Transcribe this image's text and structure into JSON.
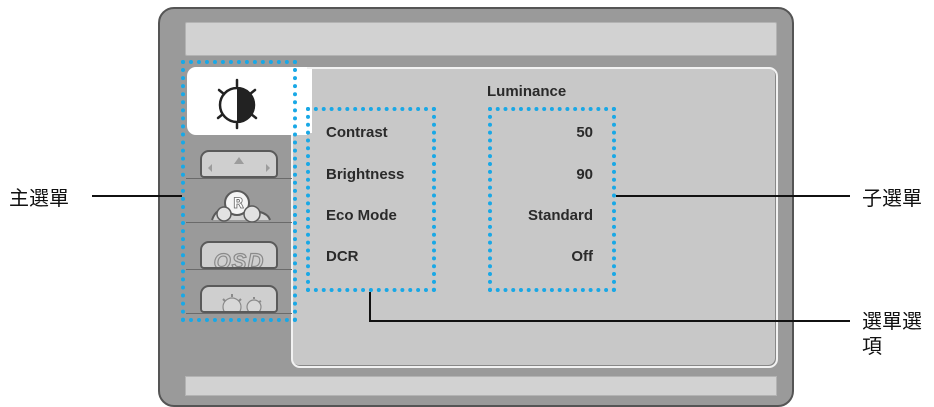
{
  "callouts": {
    "main_menu": "主選單",
    "sub_menu": "子選單",
    "menu_option_line1": "選單選",
    "menu_option_line2": "項"
  },
  "submenu": {
    "title": "Luminance",
    "items": [
      {
        "label": "Contrast",
        "value": "50"
      },
      {
        "label": "Brightness",
        "value": "90"
      },
      {
        "label": "Eco Mode",
        "value": "Standard"
      },
      {
        "label": "DCR",
        "value": "Off"
      }
    ]
  },
  "main_menu_tabs": [
    {
      "icon": "luminance-icon",
      "active": true
    },
    {
      "icon": "image-setup-icon",
      "active": false
    },
    {
      "icon": "color-temp-icon",
      "active": false
    },
    {
      "icon": "osd-setup-icon",
      "active": false
    },
    {
      "icon": "extra-settings-icon",
      "active": false
    }
  ],
  "tab_icon_text": {
    "osd": "OSD",
    "reset": "R"
  },
  "colors": {
    "highlight_dots": "#19a8e6",
    "bezel": "#9a9a9a",
    "panel": "#c8c8c8"
  }
}
